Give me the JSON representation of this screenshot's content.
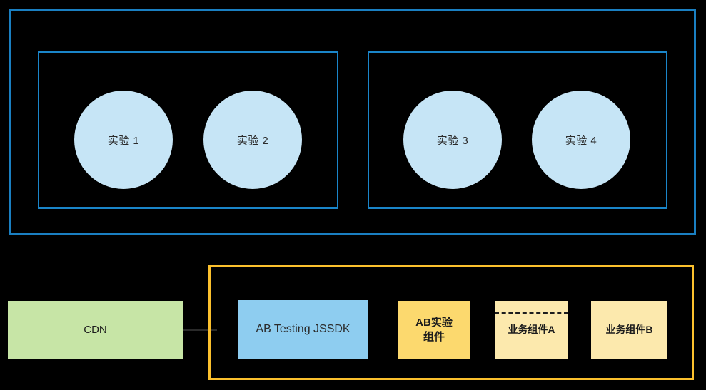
{
  "diagram": {
    "background_color": "#000000",
    "platform": {
      "outer_container": {
        "name": "experiment-platform-container",
        "border_color": "#1a7fc1"
      },
      "groups": [
        {
          "name": "experiment-group-1",
          "border_color": "#1a85c9",
          "circles": [
            {
              "label": "实验 1",
              "fill": "#c6e5f6"
            },
            {
              "label": "实验 2",
              "fill": "#c6e5f6"
            }
          ]
        },
        {
          "name": "experiment-group-2",
          "border_color": "#1a85c9",
          "circles": [
            {
              "label": "实验 3",
              "fill": "#c6e5f6"
            },
            {
              "label": "实验 4",
              "fill": "#c6e5f6"
            }
          ]
        }
      ]
    },
    "cdn": {
      "label": "CDN",
      "fill": "#c7e5a6"
    },
    "sdk_container": {
      "name": "sdk-integration-container",
      "border_color": "#fbc02d",
      "nodes": [
        {
          "label": "AB Testing JSSDK",
          "fill": "#8ecdf0",
          "bold": false
        },
        {
          "label": "AB实验\n组件",
          "fill": "#fcd96e",
          "bold": true
        },
        {
          "label": "业务组件A",
          "fill": "#fce9ad",
          "bold": true,
          "divider": "dashed"
        },
        {
          "label": "业务组件B",
          "fill": "#fce9ad",
          "bold": true
        }
      ]
    }
  }
}
